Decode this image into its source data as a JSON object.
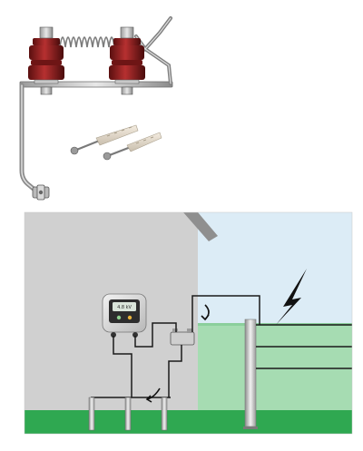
{
  "product_photo": {
    "components": [
      "porcelain-insulator",
      "spiral-spring",
      "mounting-bracket",
      "ground-clamp",
      "wall-plug-anchor",
      "screw"
    ]
  },
  "installation_diagram": {
    "components": [
      "fence-energizer",
      "lightning-diverter",
      "ground-rods",
      "fence-post",
      "fence-wires",
      "lightning-bolt",
      "current-arrows"
    ],
    "energizer_display": "4.8 kV",
    "ground_rod_count": 3,
    "colors": {
      "wall": "#d0d0d0",
      "sky": "#dcecf6",
      "grass_light": "#a6dcb2",
      "grass_dark": "#2fa851",
      "insulator": "#8e1d1d",
      "wire": "#1a1a1a"
    }
  }
}
